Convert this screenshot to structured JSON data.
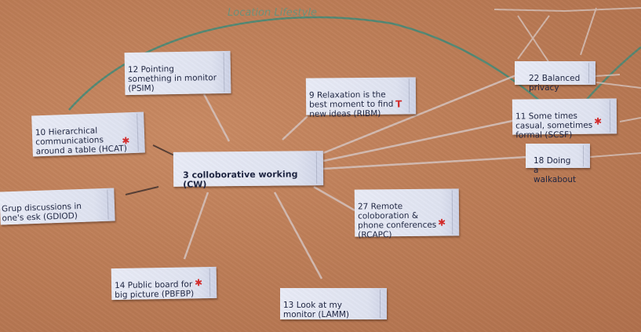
{
  "top_faint_text": "Location Lifestyle",
  "notes": {
    "cw": "3 colloborative working (CW)",
    "psim": "12 Pointing something in monitor (PSIM)",
    "ribm": "9 Relaxation is the best moment to find new ideas (RIBM)",
    "hcat": "10 Hierarchical communications around a table (HCAT)",
    "gdiod": "Grup discussions in one's esk (GDIOD)",
    "pbfbp": "14 Public board for big picture (PBFBP)",
    "lamm": "13 Look at my monitor (LAMM)",
    "rcapc": "27 Remote coloboration & phone conferences (RCAPC)",
    "privacy": "22 Balanced privacy",
    "scsf": "11 Some times casual, sometimes formal (SCSF)",
    "walkabout": "18 Doing a walkabout"
  },
  "marks": {
    "star": "✱",
    "tee": "T"
  },
  "colors": {
    "board": "#bd7d57",
    "note": "#e2e6f3",
    "ink": "#1c2340",
    "green_arc": "#3f8a78",
    "chalk": "#d9c9c4",
    "red_mark": "#d42a2a"
  }
}
